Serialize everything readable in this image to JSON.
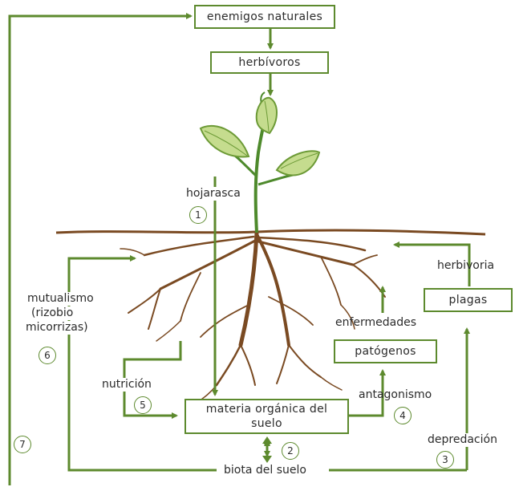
{
  "boxes": {
    "enemigos": "enemigos naturales",
    "herbivoros": "herbívoros",
    "plagas": "plagas",
    "patogenos": "patógenos",
    "materia_l1": "materia orgánica del",
    "materia_l2": "suelo"
  },
  "labels": {
    "hojarasca": "hojarasca",
    "herbivoria": "herbivoria",
    "enfermedades": "enfermedades",
    "antagonismo": "antagonismo",
    "nutricion": "nutrición",
    "mutualismo_l1": "mutualismo",
    "mutualismo_l2": "(rizobio",
    "mutualismo_l3": "micorrizas)",
    "depredacion": "depredación",
    "biota": "biota del suelo"
  },
  "numbers": [
    "1",
    "2",
    "3",
    "4",
    "5",
    "6",
    "7"
  ],
  "colors": {
    "arrow": "#5d8a2e",
    "root": "#7a4a22",
    "leaf": "#c5dc8e",
    "leaf_edge": "#6c9a36",
    "stem": "#4e8a2c"
  }
}
